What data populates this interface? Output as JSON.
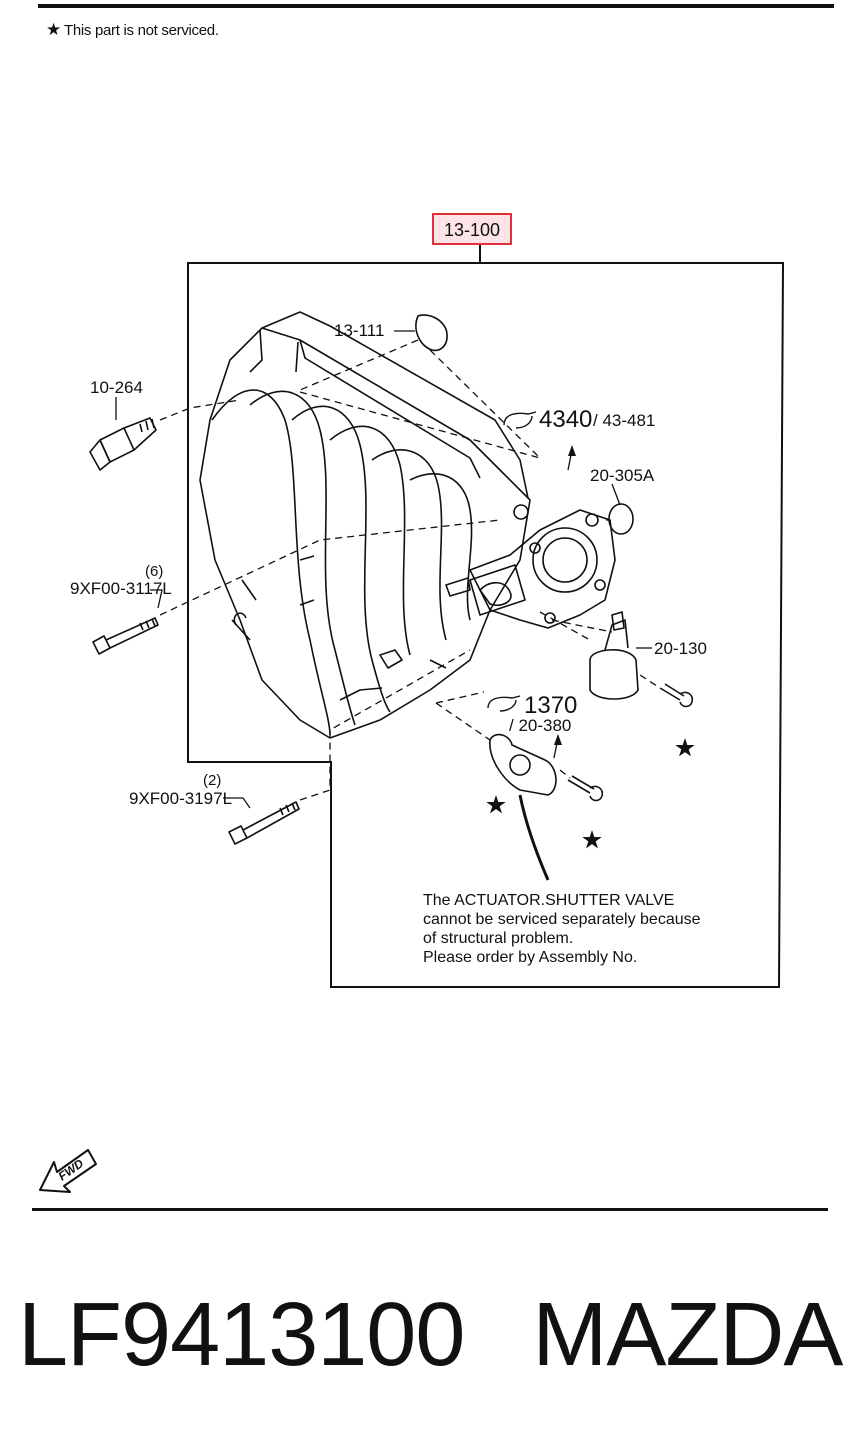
{
  "header": {
    "star_icon": "★",
    "note": "This part is not serviced."
  },
  "assembly": {
    "number": "13-100"
  },
  "callouts": {
    "gasket_13_111": "13-111",
    "part_10_264": "10-264",
    "ref_4340": "4340",
    "ref_43_481": "/ 43-481",
    "part_20_305a": "20-305A",
    "qty_6": "(6)",
    "bolt_3117": "9XF00-3117L",
    "part_20_130": "20-130",
    "ref_1370": "1370",
    "ref_20_380": "/ 20-380",
    "qty_2": "(2)",
    "bolt_3197": "9XF00-3197L"
  },
  "notice": {
    "text": "The ACTUATOR.SHUTTER VALVE\ncannot be serviced separately because\nof structural problem.\nPlease order by Assembly No."
  },
  "fwd_marker": {
    "label": "FWD"
  },
  "footer": {
    "part_number": "LF9413100",
    "brand": "MAZDA"
  }
}
